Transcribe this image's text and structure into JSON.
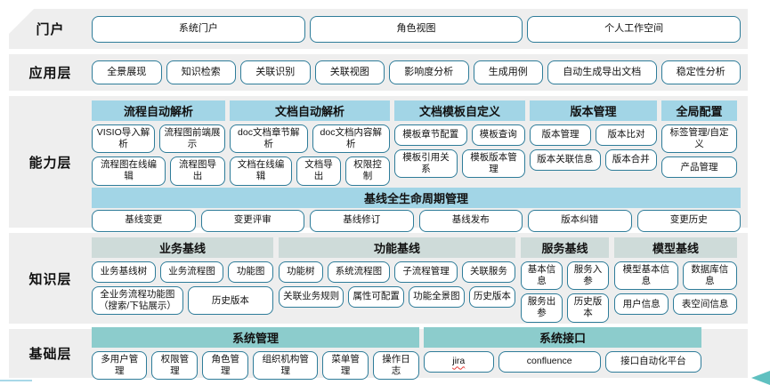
{
  "colors": {
    "band-bg": "#eeeeee",
    "box-border": "#2e7c99",
    "hdr-cap": "#a2d5e6",
    "hdr-knowledge": "#cedbd9",
    "hdr-foundation": "#8ccccc",
    "arrow": "#5fc0c0",
    "line": "#a8d8e8"
  },
  "decorations": {
    "misspelled_word": "jira"
  },
  "bands": [
    {
      "id": "portal",
      "label": "门户",
      "items": [
        "系统门户",
        "角色视图",
        "个人工作空间"
      ]
    },
    {
      "id": "application",
      "label": "应用层",
      "items": [
        "全景展现",
        "知识检索",
        "关联识别",
        "关联视图",
        "影响度分析",
        "生成用例",
        "自动生成导出文档",
        "稳定性分析"
      ]
    },
    {
      "id": "capability",
      "label": "能力层",
      "groups": [
        {
          "id": "process-auto-parse",
          "title": "流程自动解析",
          "rows": [
            [
              "VISIO导入解析",
              "流程图前端展示"
            ],
            [
              "流程图在线编辑",
              "流程图导出"
            ]
          ]
        },
        {
          "id": "doc-auto-parse",
          "title": "文档自动解析",
          "rows": [
            [
              "doc文档章节解析",
              "doc文档内容解析"
            ],
            [
              "文档在线编辑",
              "文档导出",
              "权限控制"
            ]
          ]
        },
        {
          "id": "doc-template-custom",
          "title": "文档模板自定义",
          "rows": [
            [
              "模板章节配置",
              "模板查询"
            ],
            [
              "模板引用关系",
              "模板版本管理"
            ]
          ]
        },
        {
          "id": "version-management",
          "title": "版本管理",
          "rows": [
            [
              "版本管理",
              "版本比对"
            ],
            [
              "版本关联信息",
              "版本合并"
            ]
          ]
        },
        {
          "id": "global-config",
          "title": "全局配置",
          "rows": [
            [
              "标签管理/自定义"
            ],
            [
              "产品管理"
            ]
          ]
        }
      ],
      "banner": {
        "title": "基线全生命周期管理"
      },
      "banner_items": [
        "基线变更",
        "变更评审",
        "基线修订",
        "基线发布",
        "版本纠错",
        "变更历史"
      ]
    },
    {
      "id": "knowledge",
      "label": "知识层",
      "groups": [
        {
          "id": "business-baseline",
          "title": "业务基线",
          "rows": [
            [
              "业务基线树",
              "业务流程图",
              "功能图"
            ],
            [
              "全业务流程功能图（搜索/下钻展示）",
              "历史版本"
            ]
          ]
        },
        {
          "id": "function-baseline",
          "title": "功能基线",
          "rows": [
            [
              "功能树",
              "系统流程图",
              "子流程管理",
              "关联服务"
            ],
            [
              "关联业务规则",
              "属性可配置",
              "功能全景图",
              "历史版本"
            ]
          ]
        },
        {
          "id": "service-baseline",
          "title": "服务基线",
          "rows": [
            [
              "基本信息",
              "服务入参"
            ],
            [
              "服务出参",
              "历史版本"
            ]
          ]
        },
        {
          "id": "model-baseline",
          "title": "模型基线",
          "rows": [
            [
              "模型基本信息",
              "数据库信息"
            ],
            [
              "用户信息",
              "表空间信息"
            ]
          ]
        }
      ]
    },
    {
      "id": "foundation",
      "label": "基础层",
      "groups": [
        {
          "id": "system-management",
          "title": "系统管理",
          "rows": [
            [
              "多用户管理",
              "权限管理",
              "角色管理",
              "组织机构管理",
              "菜单管理",
              "操作日志"
            ]
          ]
        },
        {
          "id": "system-interface",
          "title": "系统接口",
          "rows": [
            [
              "jira",
              "confluence",
              "接口自动化平台"
            ]
          ]
        }
      ]
    }
  ]
}
